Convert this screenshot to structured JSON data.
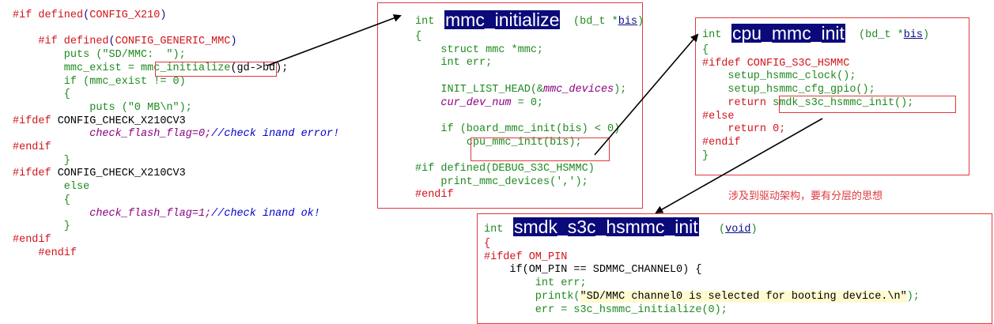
{
  "left_panel": {
    "lines": [
      [
        "#if defined",
        "(",
        "CONFIG_X210",
        ")"
      ],
      [
        "    #if defined",
        "(",
        "CONFIG_GENERIC_MMC",
        ")"
      ],
      [
        "        puts (\"SD/MMC:  \");"
      ],
      [
        "        mmc_exist = ",
        "mmc_initialize",
        "(gd->bd);"
      ],
      [
        "        if (mmc_exist != 0)"
      ],
      [
        "        {"
      ],
      [
        "            puts (\"0 MB\\n\");"
      ],
      [
        "#ifdef",
        " CONFIG_CHECK_X210CV3"
      ],
      [
        "            check_flash_flag=0;",
        "//check inand error!"
      ],
      [
        "#endif"
      ],
      [
        "        }"
      ],
      [
        "#ifdef",
        " CONFIG_CHECK_X210CV3"
      ],
      [
        "        else"
      ],
      [
        "        {"
      ],
      [
        "            check_flash_flag=1;",
        "//check inand ok!"
      ],
      [
        "        }"
      ],
      [
        "#endif"
      ],
      [
        "    #endif"
      ]
    ]
  },
  "mmc_initialize_box": {
    "title": "mmc_initialize",
    "sig_prefix": "int ",
    "sig_suffix": "(bd_t *",
    "sig_arg": "bis",
    "sig_close": ")",
    "lines": {
      "l1": "{",
      "l2a": "    struct mmc *mmc;",
      "l3": "    int err;",
      "l4a": "    INIT_LIST_HEAD(&",
      "l4b": "mmc_devices",
      "l4c": ");",
      "l5a": "    ",
      "l5b": "cur_dev_num",
      "l5c": " = 0;",
      "l6": "    if (board_mmc_init(bis) < 0)",
      "l7": "cpu_mmc_init(bis);",
      "l8": "#if defined(DEBUG_S3C_HSMMC)",
      "l9": "    print_mmc_devices(',');",
      "l10": "#endif"
    }
  },
  "cpu_mmc_init_box": {
    "title": "cpu_mmc_init",
    "sig_prefix": "int ",
    "sig_suffix": "(bd_t *",
    "sig_arg": "bis",
    "sig_close": ")",
    "lines": {
      "l1": "{",
      "l2": "#ifdef CONFIG_S3C_HSMMC",
      "l3": "    setup_hsmmc_clock();",
      "l4": "    setup_hsmmc_cfg_gpio();",
      "l5a": "    return ",
      "l5b": "smdk_s3c_hsmmc_init();",
      "l6": "#else",
      "l7": "    return 0;",
      "l8": "#endif",
      "l9": "}"
    }
  },
  "annotation": {
    "text": "涉及到驱动架构，要有分层的思想"
  },
  "smdk_box": {
    "title": "smdk_s3c_hsmmc_init",
    "sig_prefix": "int ",
    "sig_suffix": "(",
    "sig_arg": "void",
    "sig_close": ")",
    "lines": {
      "l1": "{",
      "l2": "#ifdef OM_PIN",
      "l3": "    if(OM_PIN == SDMMC_CHANNEL0) {",
      "l4": "        int err;",
      "l5a": "        printk(",
      "l5b": "\"SD/MMC channel0 is selected for booting device.\\n\"",
      "l5c": ");",
      "l6": "        err = s3c_hsmmc_initialize(0);"
    }
  },
  "colors": {
    "keyword": "#1f8a1f",
    "preprocessor": "#d1141b",
    "highlight_title_bg": "#0a0a7a",
    "box_border": "#e0393e",
    "arrow": "#000000"
  }
}
